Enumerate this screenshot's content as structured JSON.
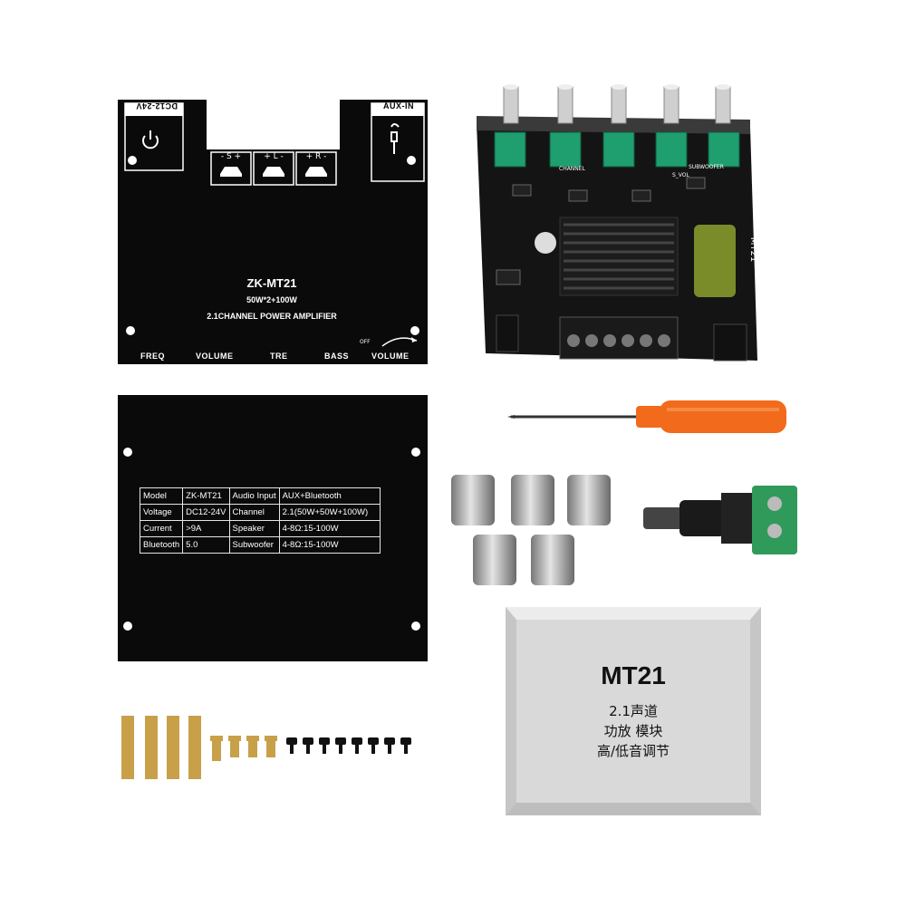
{
  "front_panel": {
    "power_label": "DC12-24V",
    "aux_label": "AUX-IN",
    "speaker_labels": [
      "- S +",
      "+ L -",
      "+ R -"
    ],
    "model": "ZK-MT21",
    "power_rating": "50W*2+100W",
    "description": "2.1CHANNEL POWER AMPLIFIER",
    "knob_labels": [
      "FREQ",
      "VOLUME",
      "TRE",
      "BASS",
      "VOLUME"
    ],
    "off_label": "OFF"
  },
  "spec_table": {
    "rows": [
      [
        "Model",
        "ZK-MT21",
        "Audio Input",
        "AUX+Bluetooth"
      ],
      [
        "Voltage",
        "DC12-24V",
        "Channel",
        "2.1(50W+50W+100W)"
      ],
      [
        "Current",
        ">9A",
        "Speaker",
        "4-8Ω:15-100W"
      ],
      [
        "Bluetooth",
        "5.0",
        "Subwoofer",
        "4-8Ω:15-100W"
      ]
    ]
  },
  "board": {
    "silk_labels": [
      "CHANNEL",
      "SUBWOOFER",
      "S_VOL",
      "MT21"
    ]
  },
  "box": {
    "title": "MT21",
    "line1": "2.1声道",
    "line2": "功放 模块",
    "line3": "高/低音调节"
  },
  "colors": {
    "panel": "#0a0a0a",
    "screwdriver_handle": "#f26a1b",
    "pot_green": "#1f9e6f",
    "brass": "#c8a04a",
    "box_gray": "#d9d9d9"
  }
}
